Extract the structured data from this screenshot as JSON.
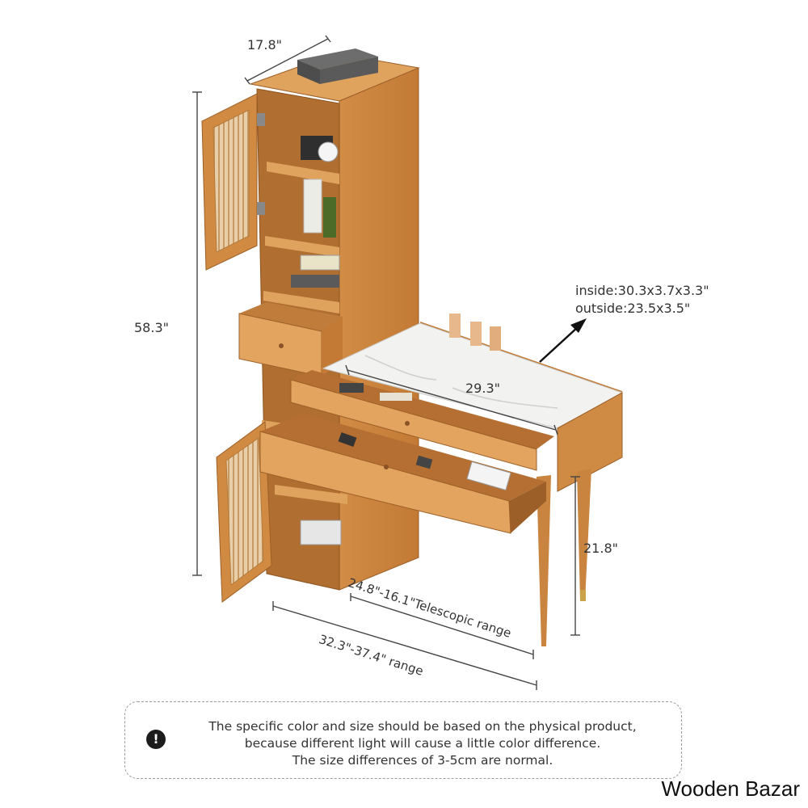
{
  "dimensions": {
    "cabinet_width": "17.8\"",
    "cabinet_height": "58.3\"",
    "drawer_inside": "inside:30.3x3.7x3.3\"",
    "drawer_outside": "outside:23.5x3.5\"",
    "desk_depth": "29.3\"",
    "leg_height": "21.8\"",
    "telescopic_range": "24.8\"-16.1\"Telescopic range",
    "total_range": "32.3\"-37.4\" range"
  },
  "notice": {
    "icon": "exclamation-circle-icon",
    "lines": [
      "The specific color and size should be based on the physical product,",
      "because different light will cause a little color difference.",
      "The size differences of 3-5cm are normal."
    ]
  },
  "brand": "Wooden Bazar",
  "colors": {
    "wood": "#d08a42",
    "wood_dark": "#a4642a",
    "wood_light": "#e2a45e",
    "marble": "#f2f2f0",
    "dimension_line": "#444444"
  }
}
